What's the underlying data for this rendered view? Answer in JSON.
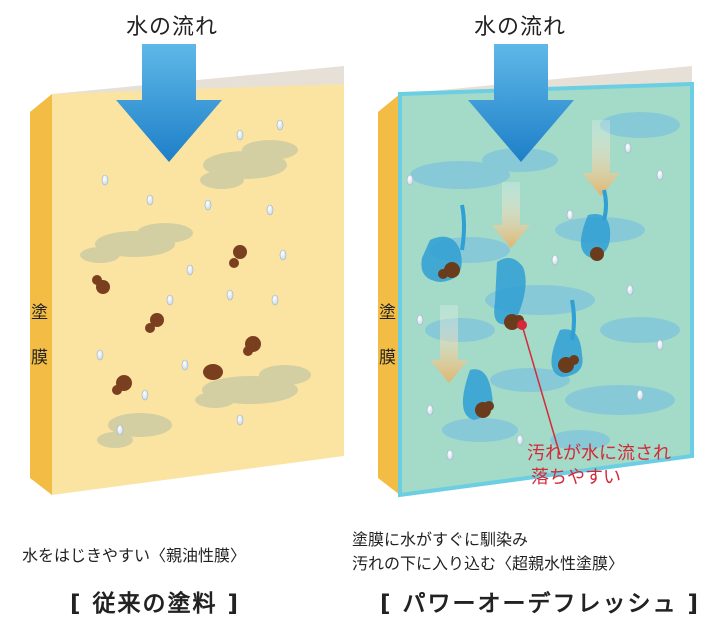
{
  "left_panel": {
    "flow_label": "水の流れ",
    "film_label_top": "塗",
    "film_label_bottom": "膜",
    "description": "水をはじきやすい〈親油性膜〉",
    "title": "[ 従来の塗料 ]",
    "colors": {
      "face": "#fbe5a4",
      "side": "#f5c04a",
      "top": "#e8dfcf",
      "dirt": "#7a3e1c",
      "flow_arrow": "#1e90d8"
    }
  },
  "right_panel": {
    "flow_label": "水の流れ",
    "film_label_top": "塗",
    "film_label_bottom": "膜",
    "description_line1": "塗膜に水がすぐに馴染み",
    "description_line2": "汚れの下に入り込む〈超親水性塗膜〉",
    "title": "[ パワーオーデフレッシュ ]",
    "callout_line1": "汚れが水に流され",
    "callout_line2": "落ちやすい",
    "colors": {
      "face": "#a4dbc9",
      "frame": "#6fcde0",
      "water": "#2f9fd4",
      "callout": "#d42a3a",
      "down_arrow": "#e8c58a"
    }
  }
}
